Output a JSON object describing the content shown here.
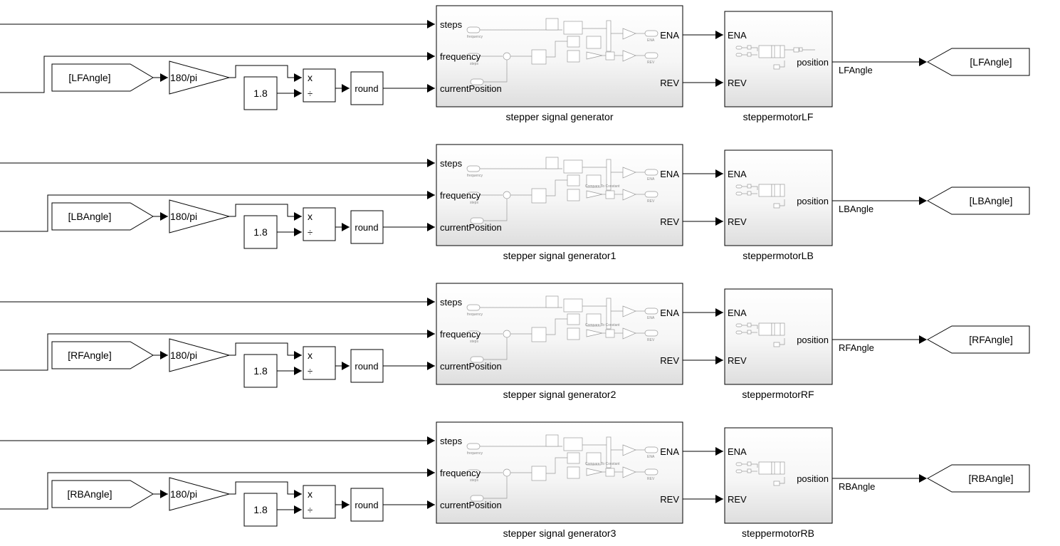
{
  "rows": [
    {
      "from_tag": "[LFAngle]",
      "gain": "180/pi",
      "constant": "1.8",
      "product_ops": [
        "x",
        "÷"
      ],
      "rounding": "round",
      "generator": {
        "name": "stepper signal generator",
        "inputs": [
          "steps",
          "frequency",
          "currentPosition"
        ],
        "outputs": [
          "ENA",
          "REV"
        ],
        "preview_labels": [
          "frequency",
          "steps",
          "ENA",
          "REV"
        ]
      },
      "motor": {
        "name": "steppermotorLF",
        "inputs": [
          "ENA",
          "REV"
        ],
        "output": "position"
      },
      "signal": "LFAngle",
      "goto_tag": "[LFAngle]"
    },
    {
      "from_tag": "[LBAngle]",
      "gain": "180/pi",
      "constant": "1.8",
      "product_ops": [
        "x",
        "÷"
      ],
      "rounding": "round",
      "generator": {
        "name": "stepper signal generator1",
        "inputs": [
          "steps",
          "frequency",
          "currentPosition"
        ],
        "outputs": [
          "ENA",
          "REV"
        ],
        "preview_labels": [
          "frequency",
          "steps",
          "ENA",
          "REV",
          "Compare To Constant"
        ]
      },
      "motor": {
        "name": "steppermotorLB",
        "inputs": [
          "ENA",
          "REV"
        ],
        "output": "position"
      },
      "signal": "LBAngle",
      "goto_tag": "[LBAngle]"
    },
    {
      "from_tag": "[RFAngle]",
      "gain": "180/pi",
      "constant": "1.8",
      "product_ops": [
        "x",
        "÷"
      ],
      "rounding": "round",
      "generator": {
        "name": "stepper signal generator2",
        "inputs": [
          "steps",
          "frequency",
          "currentPosition"
        ],
        "outputs": [
          "ENA",
          "REV"
        ],
        "preview_labels": [
          "frequency",
          "steps",
          "ENA",
          "REV",
          "Compare To Constant"
        ]
      },
      "motor": {
        "name": "steppermotorRF",
        "inputs": [
          "ENA",
          "REV"
        ],
        "output": "position"
      },
      "signal": "RFAngle",
      "goto_tag": "[RFAngle]"
    },
    {
      "from_tag": "[RBAngle]",
      "gain": "180/pi",
      "constant": "1.8",
      "product_ops": [
        "x",
        "÷"
      ],
      "rounding": "round",
      "generator": {
        "name": "stepper signal generator3",
        "inputs": [
          "steps",
          "frequency",
          "currentPosition"
        ],
        "outputs": [
          "ENA",
          "REV"
        ],
        "preview_labels": [
          "frequency",
          "steps",
          "ENA",
          "REV",
          "Compare To Constant"
        ]
      },
      "motor": {
        "name": "steppermotorRB",
        "inputs": [
          "ENA",
          "REV"
        ],
        "output": "position"
      },
      "signal": "RBAngle",
      "goto_tag": "[RBAngle]"
    }
  ]
}
